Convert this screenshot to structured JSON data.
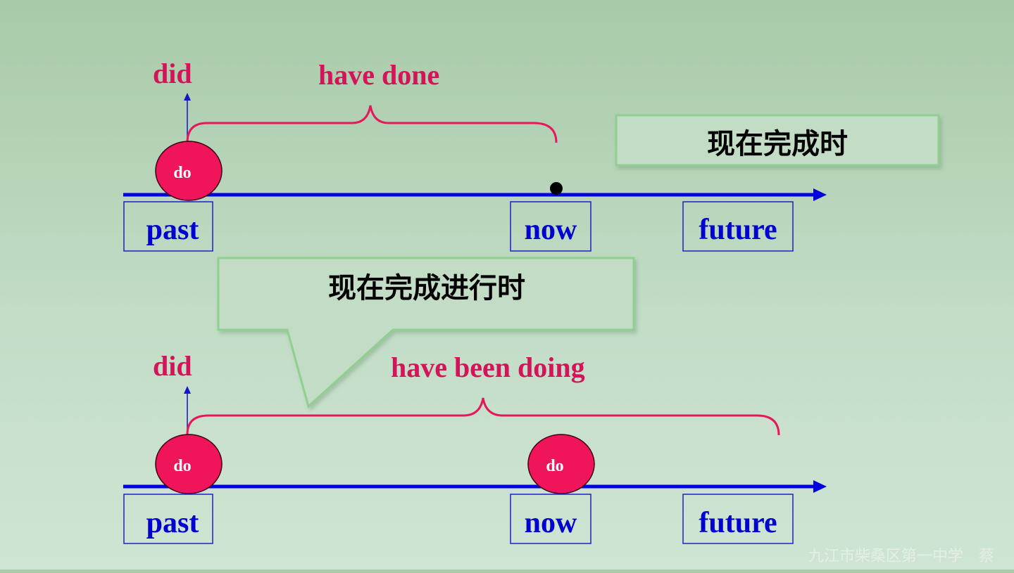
{
  "timeline_top": {
    "verb_past": "did",
    "verb_span": "have done",
    "circle_past": "do",
    "labels": {
      "past": "past",
      "now": "now",
      "future": "future"
    }
  },
  "timeline_bottom": {
    "verb_past": "did",
    "verb_span": "have been doing",
    "circle_past": "do",
    "circle_now": "do",
    "labels": {
      "past": "past",
      "now": "now",
      "future": "future"
    }
  },
  "callouts": {
    "present_perfect": "现在完成时",
    "present_perfect_continuous": "现在完成进行时"
  },
  "footer": "九江市柴桑区第一中学　蔡",
  "colors": {
    "axis": "#0000e0",
    "verb": "#d4145a",
    "circle": "#f0145a",
    "box_fill": "#c3dcc5",
    "box_border": "#8fd090"
  }
}
